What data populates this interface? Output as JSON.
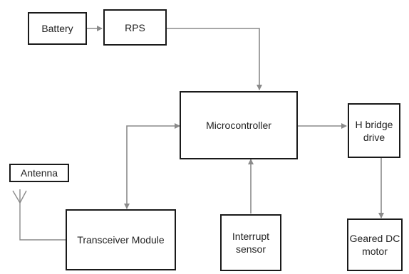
{
  "diagram": {
    "blocks": {
      "battery": "Battery",
      "rps": "RPS",
      "microcontroller": "Microcontroller",
      "h_bridge_line1": "H bridge",
      "h_bridge_line2": "drive",
      "antenna": "Antenna",
      "transceiver": "Transceiver Module",
      "interrupt_line1": "Interrupt",
      "interrupt_line2": "sensor",
      "motor_line1": "Geared DC",
      "motor_line2": "motor"
    },
    "colors": {
      "box_border": "#1a1a1a",
      "connector": "#8a8a8a",
      "text": "#222222",
      "background": "#ffffff"
    },
    "connections": [
      "Battery → RPS",
      "RPS → Microcontroller",
      "Microcontroller ↔ Transceiver Module",
      "Antenna — Transceiver Module",
      "Interrupt sensor → Microcontroller",
      "Microcontroller → H bridge drive",
      "H bridge drive → Geared DC motor"
    ]
  }
}
